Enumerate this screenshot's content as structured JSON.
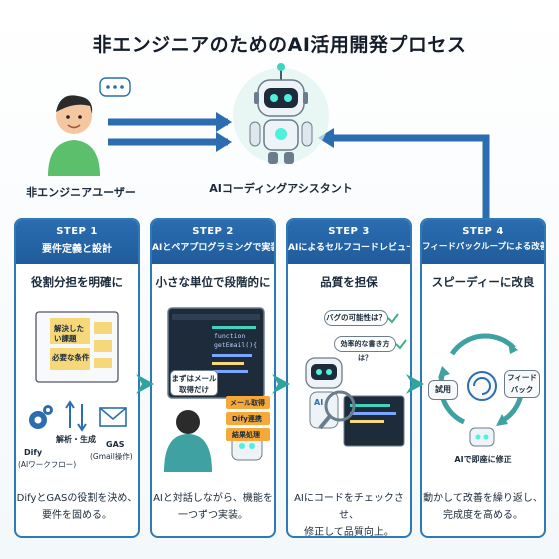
{
  "title": "非エンジニアのためのAI活用開発プロセス",
  "top": {
    "user_label": "非エンジニアユーザー",
    "robot_label": "AIコーディングアシスタント"
  },
  "steps": [
    {
      "step": "STEP 1",
      "subtitle": "要件定義と設計",
      "lead": "役割分担を明確に",
      "notes": [
        "解決したい課題",
        "必要な条件"
      ],
      "icons": {
        "dify": "Dify",
        "dify_sub": "(AIワークフロー)",
        "gas": "GAS",
        "gas_sub": "(Gmail操作)",
        "center": "解析・生成"
      },
      "desc": [
        "DifyとGASの役割を決め、",
        "要件を固める。"
      ]
    },
    {
      "step": "STEP 2",
      "subtitle": "AIとペアプログラミングで実装",
      "lead": "小さな単位で段階的に",
      "bubble": [
        "まずはメール",
        "取得だけ"
      ],
      "code": [
        "function",
        "getEmail(){"
      ],
      "blocks": [
        "メール取得",
        "Dify連携",
        "結果処理"
      ],
      "desc": [
        "AIと対話しながら、機能を",
        "一つずつ実装。"
      ]
    },
    {
      "step": "STEP 3",
      "subtitle": "AIによるセルフコードレビュー",
      "lead": "品質を担保",
      "bubbles": [
        "バグの可能性は？",
        "効率的な書き方は？"
      ],
      "badge": "AI",
      "desc": [
        "AIにコードをチェックさせ、",
        "修正して品質向上。"
      ]
    },
    {
      "step": "STEP 4",
      "subtitle": "フィードバックループによる改善",
      "lead": "スピーディーに改良",
      "cycle": [
        "試用",
        "フィードバック"
      ],
      "caption": "AIで即座に修正",
      "desc": [
        "動かして改善を繰り返し、",
        "完成度を高める。"
      ]
    }
  ],
  "colors": {
    "accent": "#2b6db0",
    "teal": "#1f8b8b",
    "green": "#3fb37f",
    "sticky": "#f6d77a"
  }
}
